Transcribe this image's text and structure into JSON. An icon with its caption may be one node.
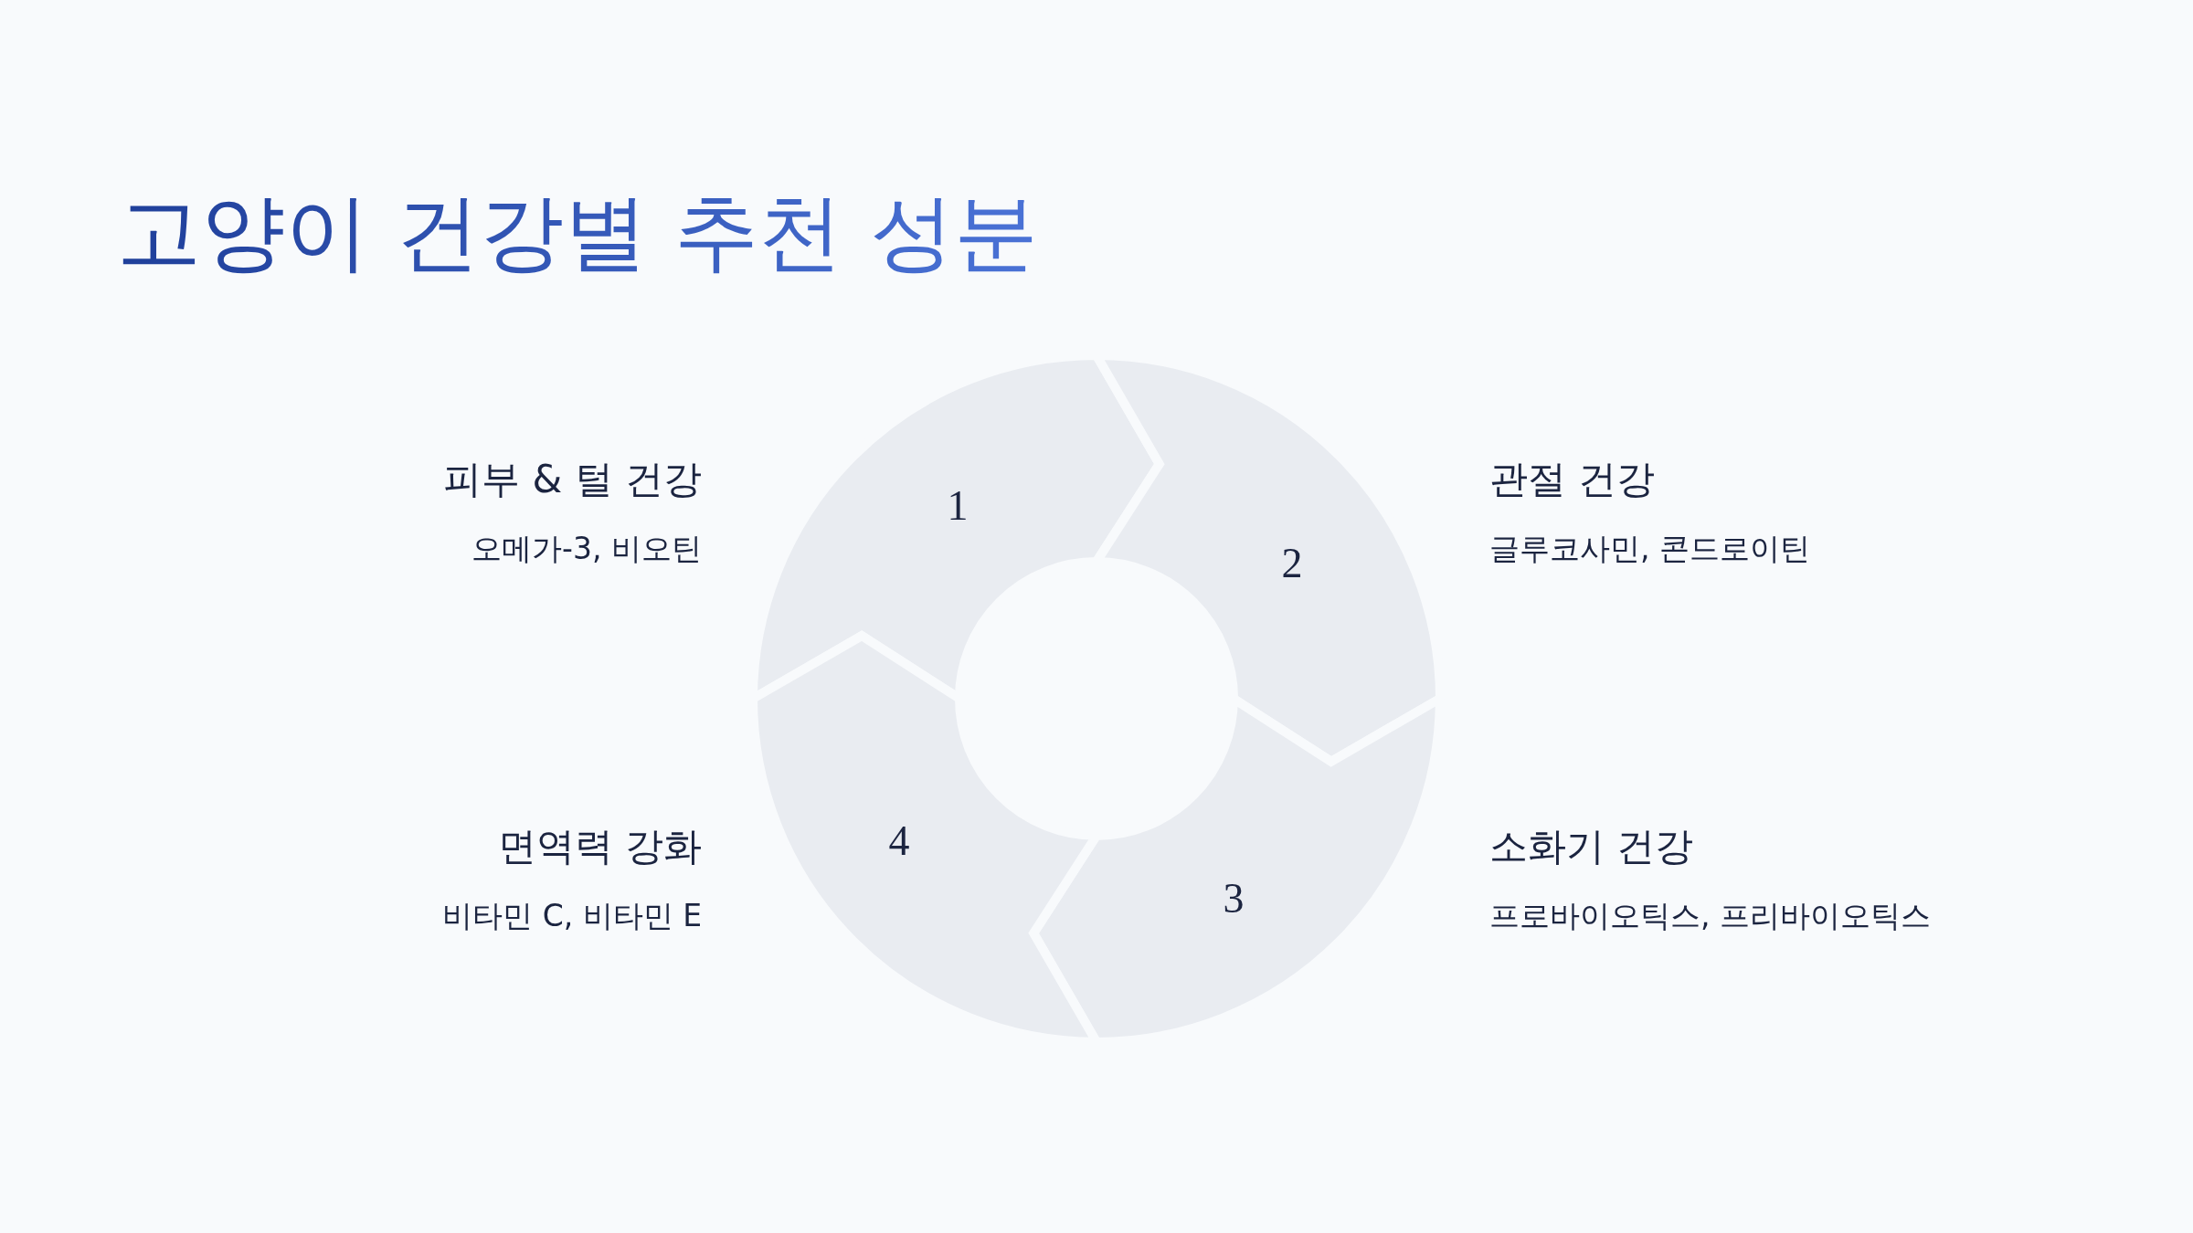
{
  "diagram": {
    "title": "고양이 건강별 추천 성분",
    "nodes": [
      {
        "text": [
          "1"
        ],
        "beside": [
          "피부 & 털 건강",
          "오메가-3, 비오틴"
        ]
      },
      {
        "text": [
          "2"
        ],
        "beside": [
          "관절 건강",
          "글루코사민, 콘드로이틴"
        ]
      },
      {
        "text": [
          "3"
        ],
        "beside": [
          "소화기 건강",
          "프로바이오틱스, 프리바이오틱스"
        ]
      },
      {
        "text": [
          "4"
        ],
        "beside": [
          "면역력 강화",
          "비타민 C, 비타민 E"
        ]
      }
    ]
  }
}
